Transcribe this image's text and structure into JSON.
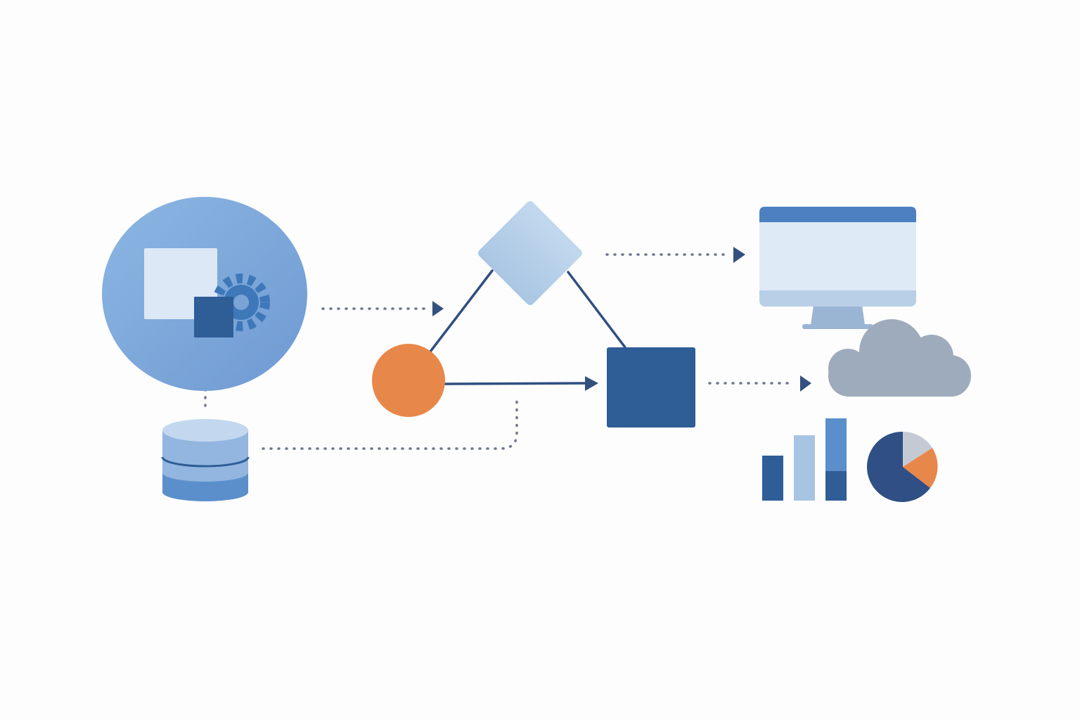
{
  "diagram": {
    "nodes": [
      {
        "id": "app-module",
        "icon": "gear-icon",
        "shape": "circle-with-panel"
      },
      {
        "id": "database",
        "icon": "database-icon",
        "shape": "cylinder"
      },
      {
        "id": "source",
        "shape": "circle"
      },
      {
        "id": "decision",
        "shape": "diamond"
      },
      {
        "id": "process",
        "shape": "square"
      },
      {
        "id": "display",
        "icon": "monitor-icon",
        "shape": "monitor"
      },
      {
        "id": "cloud",
        "icon": "cloud-icon",
        "shape": "cloud"
      },
      {
        "id": "analytics",
        "icon": "chart-icon",
        "shape": "bar-and-pie"
      }
    ],
    "connections": [
      {
        "from": "app-module",
        "to": "decision",
        "style": "dotted",
        "arrow": true
      },
      {
        "from": "app-module",
        "to": "database",
        "style": "dotted",
        "arrow": false
      },
      {
        "from": "database",
        "to": "source",
        "style": "dotted",
        "arrow": false
      },
      {
        "from": "source",
        "to": "decision",
        "style": "solid",
        "arrow": false
      },
      {
        "from": "decision",
        "to": "process",
        "style": "solid",
        "arrow": false
      },
      {
        "from": "source",
        "to": "process",
        "style": "solid",
        "arrow": true
      },
      {
        "from": "decision",
        "to": "display",
        "style": "dotted",
        "arrow": true
      },
      {
        "from": "process",
        "to": "cloud",
        "style": "dotted",
        "arrow": true
      }
    ],
    "colors": {
      "primary": "#2f5d96",
      "medium": "#5b8fcc",
      "light": "#a7c4e2",
      "pale": "#dde9f6",
      "accent": "#e8874a",
      "gray": "#9eabbc",
      "connector": "#6e7690"
    }
  }
}
